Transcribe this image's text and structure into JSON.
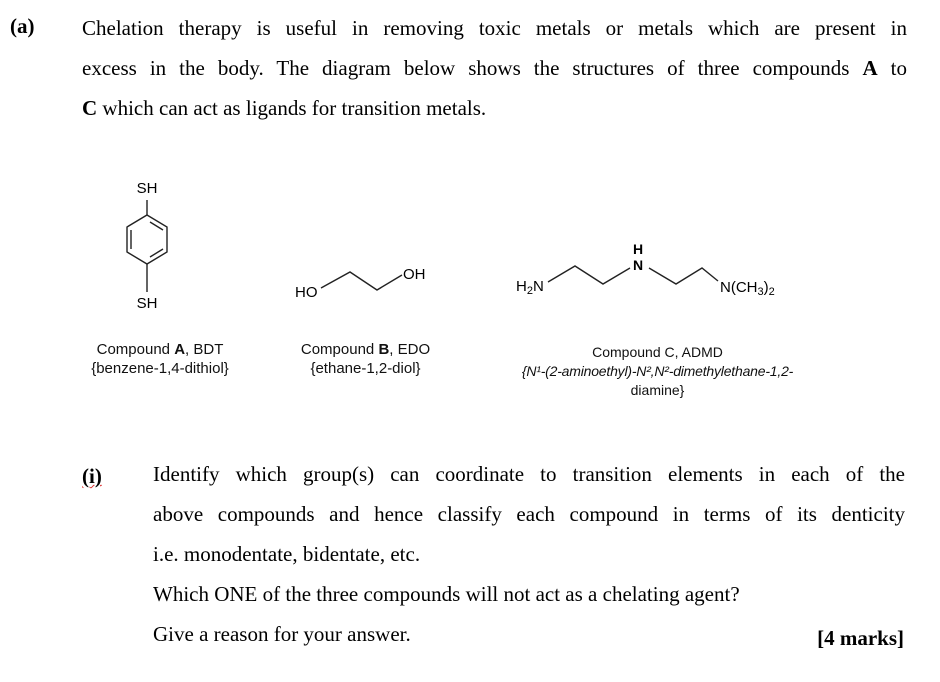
{
  "question": {
    "part_label": "(a)",
    "intro_lines": [
      "Chelation therapy is useful in removing toxic metals or metals which are present in",
      "excess in the body.  The diagram below shows the structures of three compounds ",
      "A",
      " to",
      "C",
      " which can act as ligands for transition metals."
    ]
  },
  "structures": {
    "a": {
      "top_group": "SH",
      "bottom_group": "SH"
    },
    "b": {
      "left_group": "HO",
      "right_group": "OH"
    },
    "c": {
      "left_group": "H2N",
      "nh_h": "H",
      "nh_n": "N",
      "right_group": "N(CH3)2"
    }
  },
  "compounds": [
    {
      "prefix": "Compound ",
      "letter": "A",
      "suffix": ", BDT",
      "name": "{benzene-1,4-dithiol}"
    },
    {
      "prefix": "Compound ",
      "letter": "B",
      "suffix": ", EDO",
      "name": "{ethane-1,2-diol}"
    },
    {
      "prefix": "Compound ",
      "letter": "C",
      "suffix": ", ADMD",
      "name_line1": "{N¹-(2-aminoethyl)-N²,N²-dimethylethane-1,2-",
      "name_line2": "diamine}"
    }
  ],
  "subquestion": {
    "label": "(i)",
    "lines": [
      "Identify which group(s) can coordinate to transition elements in each of the",
      "above compounds and hence classify each compound in terms of its denticity",
      "i.e. monodentate, bidentate, etc.",
      "Which ONE of the three compounds will not act as a chelating agent?",
      "Give a reason for your answer."
    ],
    "marks": "[4 marks]"
  }
}
